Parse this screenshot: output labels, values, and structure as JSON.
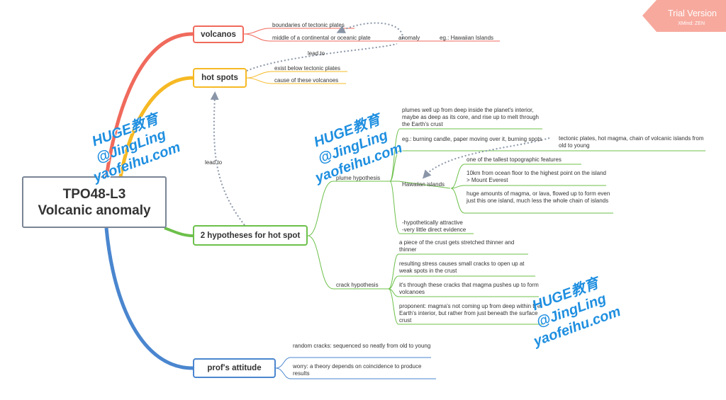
{
  "trial": {
    "title": "Trial Version",
    "subtitle": "XMind: ZEN",
    "color": "#f7a99d"
  },
  "central": {
    "line1": "TPO48-L3",
    "line2": "Volcanic anomaly"
  },
  "colors": {
    "volcanos": "#f06a5c",
    "hot_spots": "#f6b924",
    "hypotheses": "#6cc04a",
    "attitude": "#4a86cf",
    "connector": "#8a96a8"
  },
  "branches": {
    "volcanos": {
      "label": "volcanos",
      "items": [
        "boundaries of tectonic plates",
        "middle of a continental or oceanic plate"
      ],
      "anomaly": "anomaly",
      "example": "eg.: Hawaiian Islands"
    },
    "hot_spots": {
      "label": "hot spots",
      "items": [
        "exist below tectonic plates",
        "cause of these volcanoes"
      ]
    },
    "hypotheses": {
      "label": "2 hypotheses for hot spot",
      "plume": {
        "label": "plume hypothesis",
        "items": [
          "plumes well up from deep inside the planet's interior, maybe as deep as its core, and rise up to melt through the Earth's crust",
          "eg.: burning candle, paper moving over it, burning spots",
          "Hawaiian islands",
          "-hypothetically attractive\n-very little direct evidence"
        ],
        "candle_detail": "tectonic plates, hot magma, chain of volcanic islands from old to young",
        "hawaii_details": [
          "one of the tallest topographic features",
          "10km from ocean floor to the highest point on the island > Mount Everest",
          "huge amounts of magma, or lava, flowed up to form even just this one island, much less the whole chain of islands"
        ]
      },
      "crack": {
        "label": "crack hypothesis",
        "items": [
          "a piece of the crust gets stretched thinner and thinner",
          "resulting stress causes small cracks to open up at weak spots in the crust",
          "it's through these cracks that magma pushes up to form volcanoes",
          "proponent: magma's not coming up from deep within the Earth's interior, but rather from just beneath the surface crust"
        ]
      }
    },
    "attitude": {
      "label": "prof's attitude",
      "items": [
        "random cracks: sequenced so neatly from old to young",
        "worry: a theory depends on coincidence to produce results"
      ]
    }
  },
  "relations": {
    "lead_to_1": "lead to",
    "lead_to_2": "lead to"
  },
  "watermark": {
    "line1": "HUGE教育",
    "line2": "@JingLing",
    "line3": "yaofeihu.com"
  }
}
